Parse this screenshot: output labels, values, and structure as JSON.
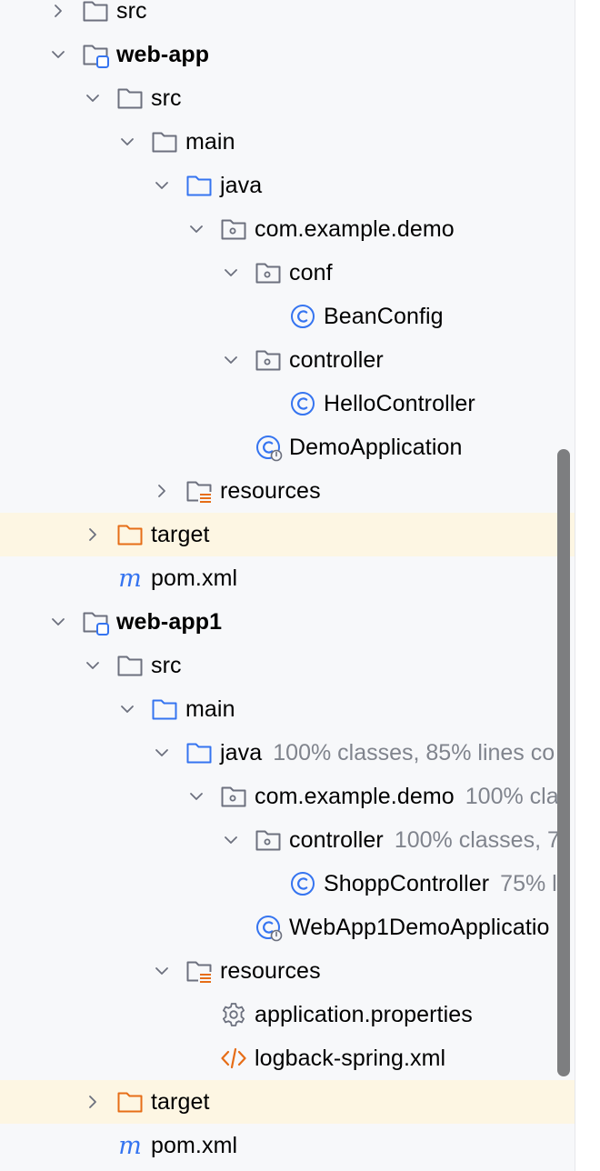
{
  "colors": {
    "folder_gray": "#6c707e",
    "source_blue": "#3574f0",
    "target_orange": "#e66d17",
    "highlight_row": "#fdf6e3",
    "hint_gray": "#80848d"
  },
  "tree": {
    "rows": [
      {
        "label": "src",
        "icon": "folder-icon",
        "chevron": "collapsed"
      },
      {
        "label": "web-app",
        "icon": "module-icon",
        "chevron": "expanded"
      },
      {
        "label": "src",
        "icon": "folder-icon",
        "chevron": "expanded"
      },
      {
        "label": "main",
        "icon": "folder-icon",
        "chevron": "expanded"
      },
      {
        "label": "java",
        "icon": "source-folder-icon",
        "chevron": "expanded"
      },
      {
        "label": "com.example.demo",
        "icon": "package-icon",
        "chevron": "expanded"
      },
      {
        "label": "conf",
        "icon": "package-icon",
        "chevron": "expanded"
      },
      {
        "label": "BeanConfig",
        "icon": "class-icon"
      },
      {
        "label": "controller",
        "icon": "package-icon",
        "chevron": "expanded"
      },
      {
        "label": "HelloController",
        "icon": "class-icon"
      },
      {
        "label": "DemoApplication",
        "icon": "spring-boot-class-icon"
      },
      {
        "label": "resources",
        "icon": "resources-folder-icon",
        "chevron": "collapsed"
      },
      {
        "label": "target",
        "icon": "excluded-folder-icon",
        "chevron": "collapsed"
      },
      {
        "label": "pom.xml",
        "icon": "maven-icon"
      },
      {
        "label": "web-app1",
        "icon": "module-icon",
        "chevron": "expanded"
      },
      {
        "label": "src",
        "icon": "folder-icon",
        "chevron": "expanded"
      },
      {
        "label": "main",
        "icon": "source-folder-icon",
        "chevron": "expanded"
      },
      {
        "label": "java",
        "icon": "source-folder-icon",
        "chevron": "expanded",
        "coverage": "100% classes, 85% lines co"
      },
      {
        "label": "com.example.demo",
        "icon": "package-icon",
        "chevron": "expanded",
        "coverage": "100% cla"
      },
      {
        "label": "controller",
        "icon": "package-icon",
        "chevron": "expanded",
        "coverage": "100% classes, 7"
      },
      {
        "label": "ShoppController",
        "icon": "class-icon",
        "coverage": "75% l"
      },
      {
        "label": "WebApp1DemoApplicatio",
        "icon": "spring-boot-class-icon"
      },
      {
        "label": "resources",
        "icon": "resources-folder-icon",
        "chevron": "expanded"
      },
      {
        "label": "application.properties",
        "icon": "gear-icon"
      },
      {
        "label": "logback-spring.xml",
        "icon": "xml-icon"
      },
      {
        "label": "target",
        "icon": "excluded-folder-icon",
        "chevron": "collapsed"
      },
      {
        "label": "pom.xml",
        "icon": "maven-icon"
      }
    ]
  }
}
